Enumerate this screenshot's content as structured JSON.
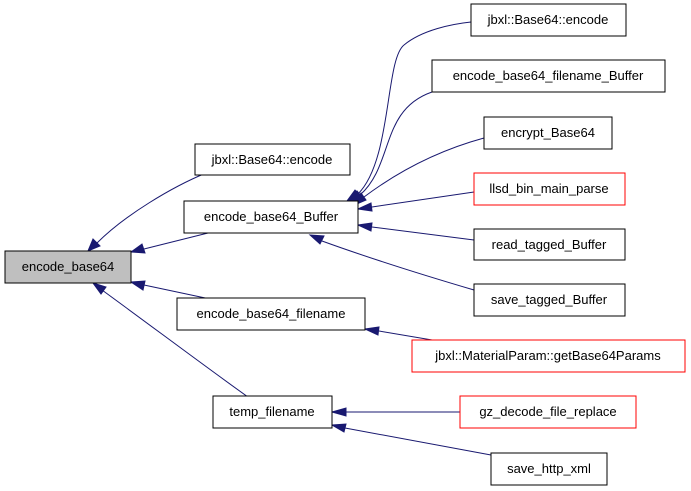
{
  "graph": {
    "nodes": [
      {
        "id": "encode_base64",
        "label": "encode_base64",
        "current": true
      },
      {
        "id": "jbxl_encode_1",
        "label": "jbxl::Base64::encode"
      },
      {
        "id": "encode_base64_Buffer",
        "label": "encode_base64_Buffer"
      },
      {
        "id": "encode_base64_filename",
        "label": "encode_base64_filename"
      },
      {
        "id": "temp_filename",
        "label": "temp_filename"
      },
      {
        "id": "jbxl_encode_2",
        "label": "jbxl::Base64::encode"
      },
      {
        "id": "encode_base64_filename_Buffer",
        "label": "encode_base64_filename_Buffer"
      },
      {
        "id": "encrypt_Base64",
        "label": "encrypt_Base64"
      },
      {
        "id": "llsd_bin_main_parse",
        "label": "llsd_bin_main_parse",
        "border": "#ff0000"
      },
      {
        "id": "read_tagged_Buffer",
        "label": "read_tagged_Buffer"
      },
      {
        "id": "save_tagged_Buffer",
        "label": "save_tagged_Buffer"
      },
      {
        "id": "getBase64Params",
        "label": "jbxl::MaterialParam::getBase64Params",
        "border": "#ff0000"
      },
      {
        "id": "gz_decode_file_replace",
        "label": "gz_decode_file_replace",
        "border": "#ff0000"
      },
      {
        "id": "save_http_xml",
        "label": "save_http_xml"
      }
    ],
    "edges": [
      {
        "from": "jbxl_encode_1",
        "to": "encode_base64"
      },
      {
        "from": "encode_base64_Buffer",
        "to": "encode_base64"
      },
      {
        "from": "encode_base64_filename",
        "to": "encode_base64"
      },
      {
        "from": "temp_filename",
        "to": "encode_base64"
      },
      {
        "from": "jbxl_encode_2",
        "to": "encode_base64_Buffer"
      },
      {
        "from": "encode_base64_filename_Buffer",
        "to": "encode_base64_Buffer"
      },
      {
        "from": "encrypt_Base64",
        "to": "encode_base64_Buffer"
      },
      {
        "from": "llsd_bin_main_parse",
        "to": "encode_base64_Buffer"
      },
      {
        "from": "read_tagged_Buffer",
        "to": "encode_base64_Buffer"
      },
      {
        "from": "save_tagged_Buffer",
        "to": "encode_base64_Buffer"
      },
      {
        "from": "getBase64Params",
        "to": "encode_base64_filename"
      },
      {
        "from": "gz_decode_file_replace",
        "to": "temp_filename"
      },
      {
        "from": "save_http_xml",
        "to": "temp_filename"
      }
    ],
    "colors": {
      "edge": "#191970",
      "current_fill": "#bfbfbf",
      "missing_border": "#ff0000"
    }
  }
}
